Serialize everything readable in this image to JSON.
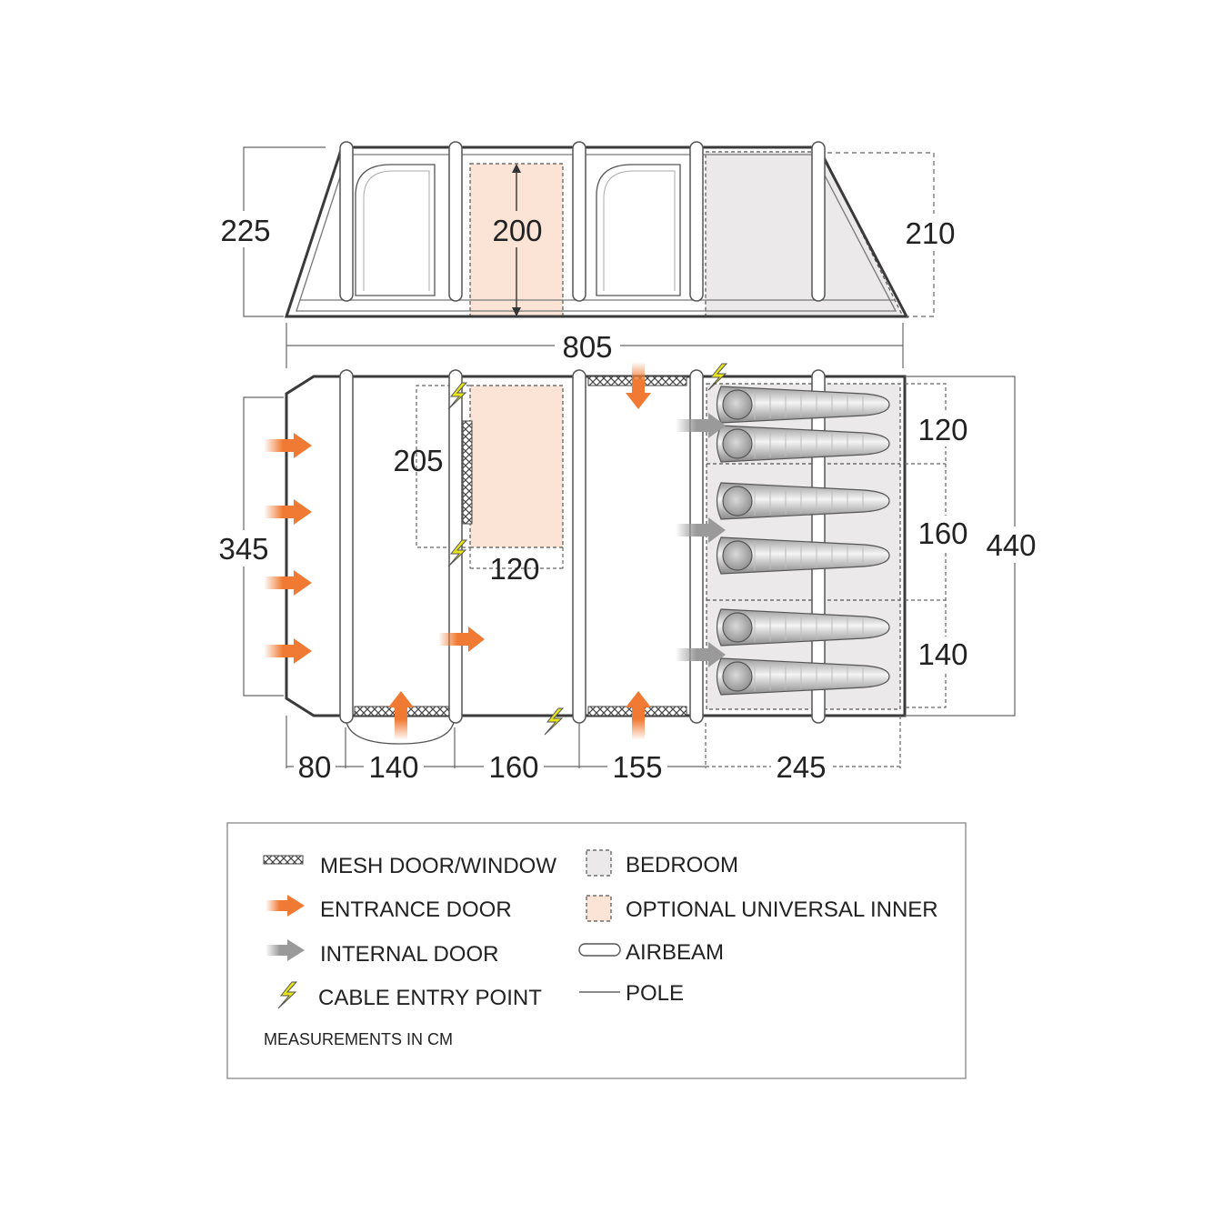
{
  "dimensions": {
    "side_height_left": "225",
    "inner_height": "200",
    "side_height_right": "210",
    "total_length": "805",
    "living_depth": "345",
    "inner_length": "205",
    "inner_width": "120",
    "total_width": "440",
    "bedroom_1": "120",
    "bedroom_2": "160",
    "bedroom_3": "140",
    "segments": [
      "80",
      "140",
      "160",
      "155",
      "245"
    ]
  },
  "legend": {
    "items": [
      {
        "icon": "mesh-icon",
        "label": "MESH DOOR/WINDOW"
      },
      {
        "icon": "entrance-arrow-icon",
        "label": "ENTRANCE DOOR"
      },
      {
        "icon": "internal-arrow-icon",
        "label": "INTERNAL DOOR"
      },
      {
        "icon": "lightning-icon",
        "label": "CABLE ENTRY POINT"
      },
      {
        "icon": "bedroom-swatch-icon",
        "label": "BEDROOM"
      },
      {
        "icon": "inner-swatch-icon",
        "label": "OPTIONAL UNIVERSAL INNER"
      },
      {
        "icon": "airbeam-icon",
        "label": "AIRBEAM"
      },
      {
        "icon": "pole-icon",
        "label": "POLE"
      }
    ],
    "note": "MEASUREMENTS IN CM"
  },
  "colors": {
    "entrance": "#f07a33",
    "internal": "#9a9a9a",
    "inner": "#fbe3d6",
    "bedroom": "#ebe9e9",
    "cable": "#e8e41a",
    "outline": "#3a3a3a"
  }
}
